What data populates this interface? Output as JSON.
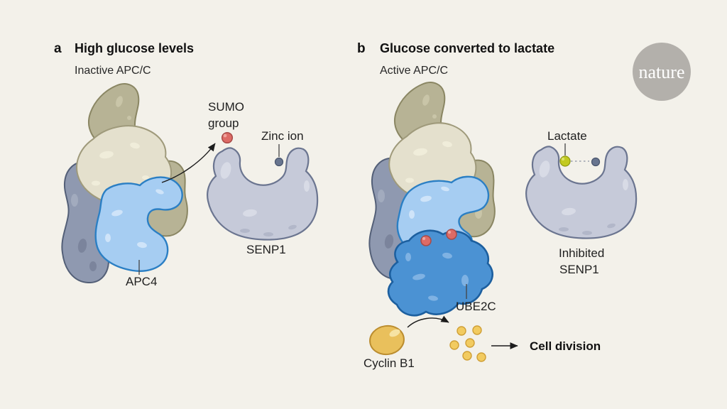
{
  "logo": {
    "text": "nature"
  },
  "panel_a": {
    "letter": "a",
    "title": "High glucose levels",
    "subtitle": "Inactive APC/C",
    "labels": {
      "sumo_line1": "SUMO",
      "sumo_line2": "group",
      "zinc": "Zinc ion",
      "senp1": "SENP1",
      "apc4": "APC4"
    }
  },
  "panel_b": {
    "letter": "b",
    "title": "Glucose converted to lactate",
    "subtitle": "Active APC/C",
    "labels": {
      "lactate": "Lactate",
      "inhibited_line1": "Inhibited",
      "inhibited_line2": "SENP1",
      "ube2c": "UBE2C",
      "cyclin_b1": "Cyclin B1",
      "cell_division": "Cell division"
    }
  },
  "colors": {
    "background": "#f3f1ea",
    "text": "#1c1c1c",
    "logo_circle": "#b3b0ab",
    "logo_text": "#ffffff",
    "apc_subunit_olive": "#b7b395",
    "apc_subunit_cream": "#e4e0cd",
    "apc_subunit_slate": "#8f99b0",
    "apc4_blue": "#a6cdf2",
    "ube2c_blue": "#4b92d3",
    "senp1_gray": "#c6cad9",
    "sumo_red": "#dd6b66",
    "zinc_gray": "#68758f",
    "lactate_green": "#c2ca20",
    "cyclin_gold": "#e9c05c"
  }
}
